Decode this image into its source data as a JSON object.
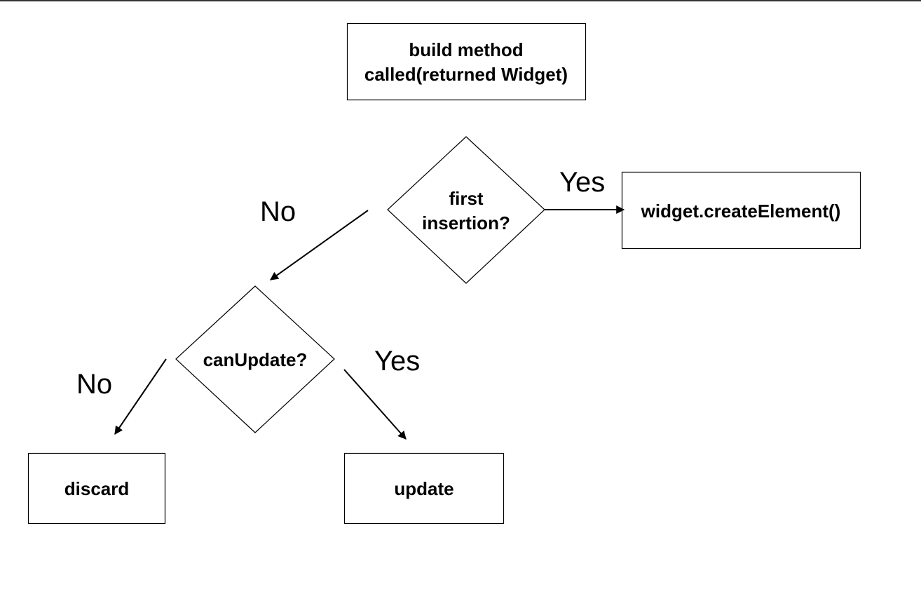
{
  "colors": {
    "stroke": "#000000",
    "background": "#ffffff",
    "top_border": "#333333"
  },
  "nodes": {
    "build": {
      "line1": "build method",
      "line2": "called(returned Widget)"
    },
    "first_insertion": {
      "line1": "first",
      "line2": "insertion?"
    },
    "create_element": {
      "label": "widget.createElement()"
    },
    "can_update": {
      "label": "canUpdate?"
    },
    "discard": {
      "label": "discard"
    },
    "update": {
      "label": "update"
    }
  },
  "edges": {
    "first_yes": "Yes",
    "first_no": "No",
    "update_no": "No",
    "update_yes": "Yes"
  }
}
